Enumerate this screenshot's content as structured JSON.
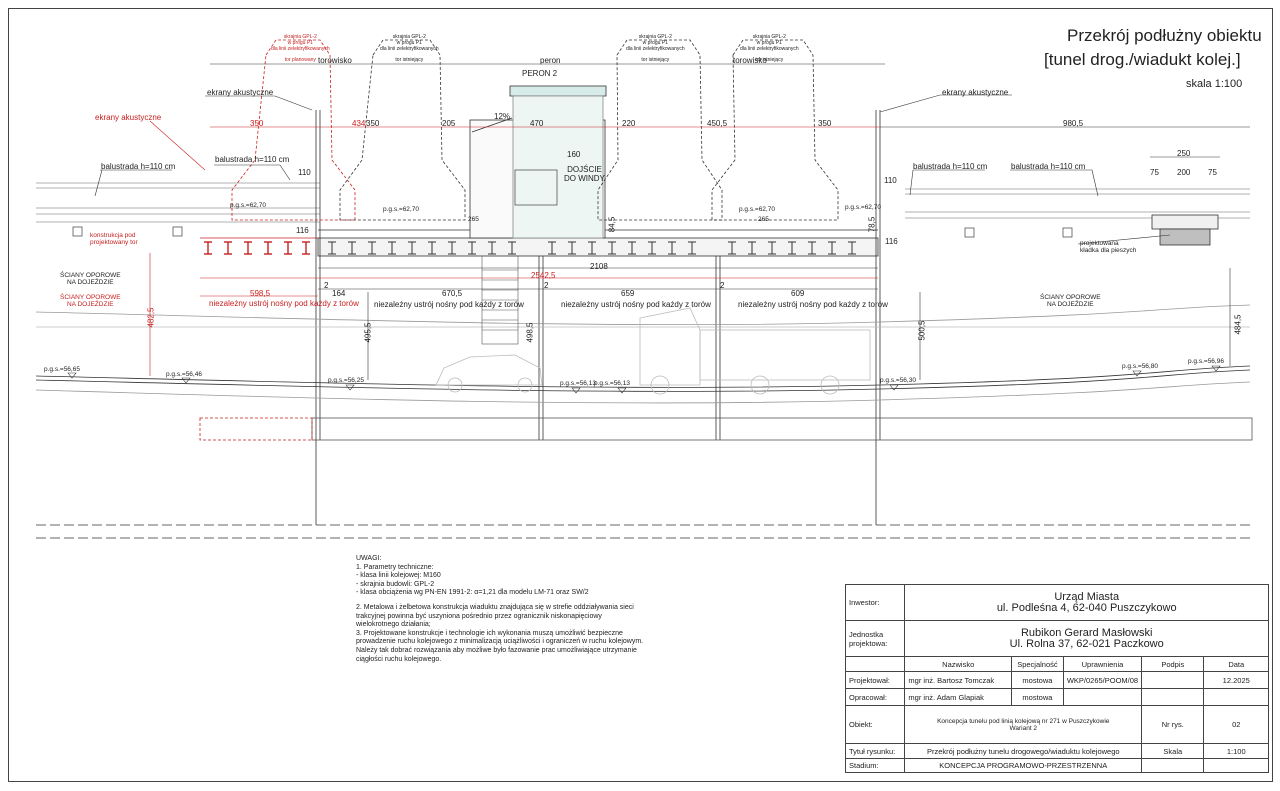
{
  "title": {
    "line1": "Przekrój podłużny obiektu",
    "line2": "[tunel drog./wiadukt kolej.]",
    "scale": "skala 1:100"
  },
  "clearances": [
    {
      "line1": "skrajnia GPL-2",
      "line2": "w progu P1",
      "line3": "dla linii zelektryfikowanych",
      "track": "tor planowany",
      "color": "red"
    },
    {
      "line1": "skrajnia GPL-2",
      "line2": "w progu P1",
      "line3": "dla linii zelektryfikowanych",
      "track": "tor istniejący",
      "color": "black"
    },
    {
      "line1": "skrajnia GPL-2",
      "line2": "w progu P1",
      "line3": "dla linii zelektryfikowanych",
      "track": "tor istniejący",
      "color": "black"
    },
    {
      "line1": "skrajnia GPL-2",
      "line2": "w progu P1",
      "line3": "dla linii zelektryfikowanych",
      "track": "tor istniejący",
      "color": "black"
    }
  ],
  "labels": {
    "torowisko_left": "torowisko",
    "peron": "peron",
    "peron2": "PERON 2",
    "torowisko_right": "torowisko",
    "ekrany_red": "ekrany akustyczne",
    "ekrany_left": "ekrany akustyczne",
    "ekrany_right": "ekrany akustyczne",
    "balustrada_1": "balustrada h=110 cm",
    "balustrada_2": "balustrada h=110 cm",
    "balustrada_3": "balustrada h=110 cm",
    "balustrada_4": "balustrada h=110 cm",
    "konstrukcja_1": "konstrukcja pod",
    "konstrukcja_2": "projektowany tor",
    "dojscie_1": "DOJŚCIE",
    "dojscie_2": "DO WINDY",
    "sciany_black_1": "ŚCIANY OPOROWE",
    "sciany_black_2": "NA DOJEŹDZIE",
    "sciany_red_1": "ŚCIANY OPOROWE",
    "sciany_red_2": "NA DOJEŹDZIE",
    "sciany_right_1": "ŚCIANY OPOROWE",
    "sciany_right_2": "NA DOJEŹDZIE",
    "ustroj_red": "niezależny ustrój nośny pod każdy z torów",
    "ustroj_1": "niezależny ustrój nośny pod każdy z torów",
    "ustroj_2": "niezależny ustrój nośny pod każdy z torów",
    "ustroj_3": "niezależny ustrój nośny pod każdy z torów",
    "kladka_1": "projektowana",
    "kladka_2": "kładka dla pieszych",
    "slope": "12%"
  },
  "dimensions": {
    "d350_red": "350",
    "d434_red": "434",
    "d350": "350",
    "d205": "205",
    "d470": "470",
    "d220": "220",
    "d450_5": "450,5",
    "d350_b": "350",
    "d980_5": "980,5",
    "d110_a": "110",
    "d110_b": "110",
    "d160": "160",
    "d250": "250",
    "d75_a": "75",
    "d200": "200",
    "d75_b": "75",
    "d116_a": "116",
    "d116_b": "116",
    "d84_5": "84,5",
    "d78_5": "78,5",
    "d2108": "2108",
    "d2542_5": "2542,5",
    "d598_5": "598,5",
    "d164": "164",
    "d670_5": "670,5",
    "d659": "659",
    "d609": "609",
    "d2_a": "2",
    "d2_b": "2",
    "d2_c": "2",
    "d495_5": "495,5",
    "d498_5": "498,5",
    "d500_5": "500,5",
    "d484_5": "484,5",
    "d482_5": "482,5",
    "d265_a": "265",
    "d265_b": "265"
  },
  "levels": {
    "pgs_6270_a": "p.g.s.=62,70",
    "pgs_6270_b": "p.g.s.=62,70",
    "pgs_6270_c": "p.g.s.=62,70",
    "pgs_6270_d": "p.g.s.=62,70",
    "pgs_5665": "p.g.s.=56,65",
    "pgs_5646": "p.g.s.=56,46",
    "pgs_5625": "p.g.s.=56,25",
    "pgs_5613_a": "p.g.s.=56,13",
    "pgs_5613_b": "p.g.s.=56,13",
    "pgs_5630": "p.g.s.=56,30",
    "pgs_5680": "p.g.s.=56,80",
    "pgs_5696": "p.g.s.=56,96"
  },
  "notes": {
    "heading": "UWAGI:",
    "n1": "1.   Parametry techniczne:",
    "n1a": "-    klasa linii kolejowej:  M160",
    "n1b": "-    skrajnia budowli: GPL-2",
    "n1c": "-    klasa obciążenia wg PN-EN 1991-2: α=1,21 dla modelu LM-71 oraz SW/2",
    "n2a": "2.   Metalowa i żelbetowa konstrukcja wiaduktu znajdująca się w strefie oddziaływania sieci",
    "n2b": "      trakcyjnej powinna być uszyniona pośrednio przez ogranicznik niskonapięciowy",
    "n2c": "      wielokrotnego działania;",
    "n3a": "3.   Projektowane konstrukcje i technologie ich wykonania muszą umożliwić bezpieczne",
    "n3b": "      prowadzenie ruchu kolejowego z minimalizacją uciążliwości i ograniczeń w ruchu kolejowym.",
    "n3c": "      Należy tak dobrać rozwiązania aby możliwe było fazowanie prac umożliwiające utrzymanie",
    "n3d": "      ciągłości ruchu kolejowego."
  },
  "titleblock": {
    "inwestor_label": "Inwestor:",
    "inwestor_1": "Urząd Miasta",
    "inwestor_2": "ul. Podleśna 4, 62-040 Puszczykowo",
    "jednostka_label_1": "Jednostka",
    "jednostka_label_2": "projektowa:",
    "jednostka_1": "Rubikon Gerard Masłowski",
    "jednostka_2": "Ul. Rolna 37, 62-021 Paczkowo",
    "h_nazwisko": "Nazwisko",
    "h_specjalnosc": "Specjalność",
    "h_uprawnienia": "Uprawnienia",
    "h_podpis": "Podpis",
    "h_data": "Data",
    "projektowal_label": "Projektował:",
    "projektowal_name": "mgr inż. Bartosz Tomczak",
    "projektowal_spec": "mostowa",
    "projektowal_upr": "WKP/0265/POOM/08",
    "projektowal_data": "12.2025",
    "opracowal_label": "Opracował:",
    "opracowal_name": "mgr inż. Adam Glapiak",
    "opracowal_spec": "mostowa",
    "obiekt_label": "Obiekt:",
    "obiekt_1": "Koncepcja tunelu pod linią kolejową nr 271 w Puszczykowie",
    "obiekt_2": "Wariant 2",
    "nr_rys_label": "Nr rys.",
    "nr_rys": "02",
    "tytul_label": "Tytuł rysunku:",
    "tytul": "Przekrój podłużny tunelu drogowego/wiaduktu kolejowego",
    "skala_label": "Skala",
    "skala": "1:100",
    "stadium_label": "Stadium:",
    "stadium": "KONCEPCJA PROGRAMOWO-PRZESTRZENNA"
  }
}
